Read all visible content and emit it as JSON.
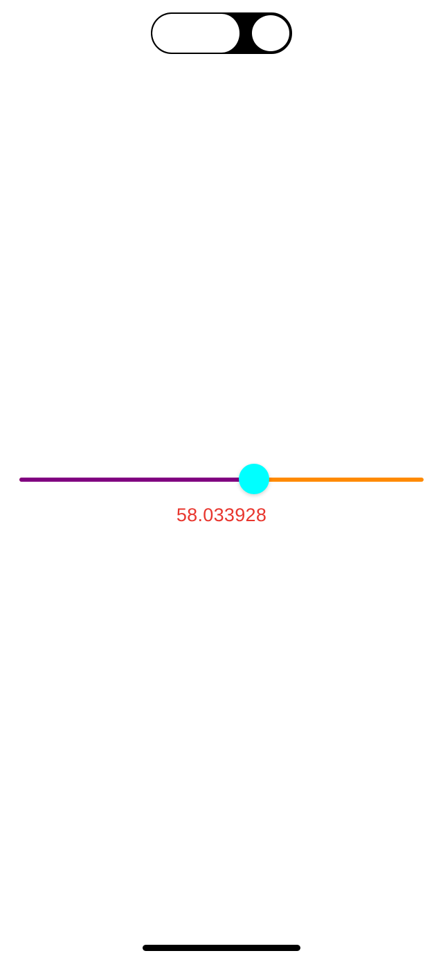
{
  "toggle": {
    "state": "on",
    "track_color": "#000000",
    "knob_color": "#ffffff"
  },
  "slider": {
    "min": 0,
    "max": 100,
    "value": 58.033928,
    "minimum_track_color": "#800080",
    "maximum_track_color": "#FF8A00",
    "thumb_color": "#00FFFF"
  },
  "value_label": {
    "text": "58.033928",
    "color": "#E8362E"
  }
}
